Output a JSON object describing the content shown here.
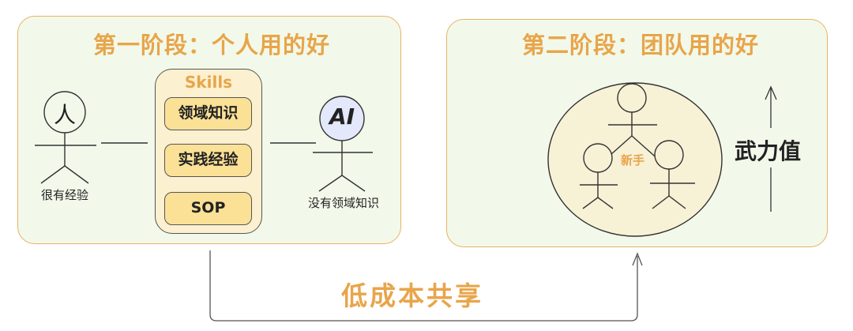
{
  "stage1": {
    "title": "第一阶段：个人用的好",
    "person_head": "人",
    "person_label": "很有经验",
    "ai_head": "AI",
    "ai_label": "没有领域知识",
    "skills_title": "Skills",
    "skills": [
      "领域知识",
      "实践经验",
      "SOP"
    ]
  },
  "stage2": {
    "title": "第二阶段：团队用的好",
    "novice_label": "新手",
    "power_label": "武力值"
  },
  "share_label": "低成本共享",
  "colors": {
    "accent": "#e8a54a",
    "panel_bg": "#f2f9ea",
    "panel_border": "#e8b264",
    "skills_bg": "#fbf0cf",
    "skill_item_bg": "#fbe196",
    "circle_bg": "#f7f1d6",
    "ai_head_bg": "#e4e8fb"
  }
}
